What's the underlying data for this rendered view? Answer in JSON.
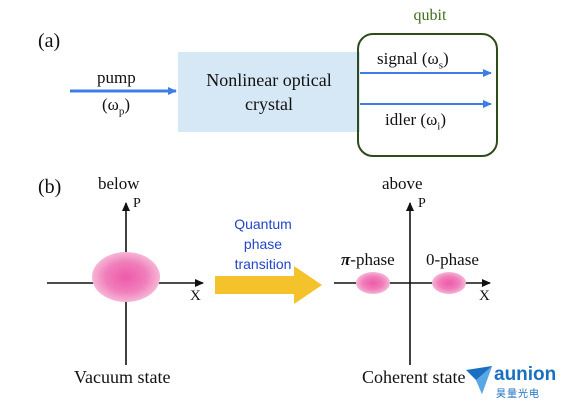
{
  "panel_a": {
    "label": "(a)",
    "pump_label": "pump",
    "pump_freq": "(ω",
    "pump_sub": "p",
    "pump_close": ")",
    "crystal_line1": "Nonlinear optical",
    "crystal_line2": "crystal",
    "qubit_label": "qubit",
    "signal_label": "signal (ω",
    "signal_sub": "s",
    "signal_close": ")",
    "idler_label": "idler (ω",
    "idler_sub": "i",
    "idler_close": ")"
  },
  "panel_b": {
    "label": "(b)",
    "left_title": "below",
    "right_title": "above",
    "axis_p": "P",
    "axis_x": "X",
    "transition_line1": "Quantum",
    "transition_line2": "phase",
    "transition_line3": "transition",
    "pi_symbol": "π",
    "pi_phase": "-phase",
    "zero_phase": "0-phase",
    "vacuum_state": "Vacuum state",
    "coherent_state": "Coherent state"
  },
  "watermark": {
    "brand": "aunion",
    "brand_sub": "昊量光电"
  },
  "colors": {
    "arrow_blue": "#3f7ce6",
    "crystal_fill": "#d6e8f6",
    "qubit_border": "#2f4a1b",
    "qubit_label": "#3f6e1d",
    "transition_arrow": "#f4c22a",
    "transition_text": "#2346c8",
    "state_pink": "#ee6fb2"
  }
}
